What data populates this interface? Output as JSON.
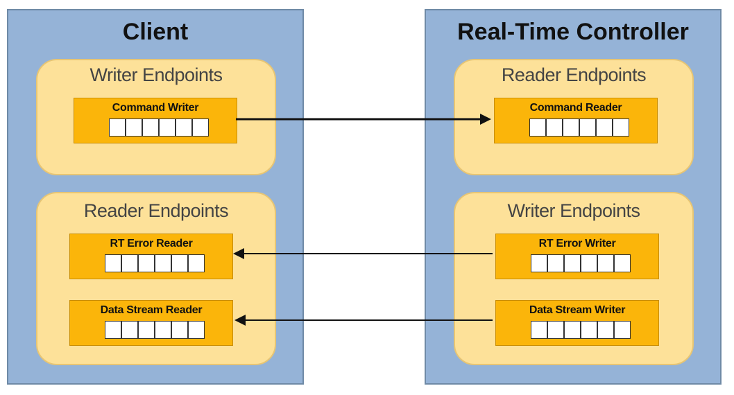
{
  "client": {
    "title": "Client",
    "writer_group": {
      "title": "Writer Endpoints",
      "endpoints": [
        {
          "label": "Command Writer"
        }
      ]
    },
    "reader_group": {
      "title": "Reader Endpoints",
      "endpoints": [
        {
          "label": "RT Error Reader"
        },
        {
          "label": "Data Stream Reader"
        }
      ]
    }
  },
  "controller": {
    "title": "Real-Time Controller",
    "reader_group": {
      "title": "Reader Endpoints",
      "endpoints": [
        {
          "label": "Command Reader"
        }
      ]
    },
    "writer_group": {
      "title": "Writer Endpoints",
      "endpoints": [
        {
          "label": "RT Error Writer"
        },
        {
          "label": "Data Stream Writer"
        }
      ]
    }
  },
  "queue_slots": 6,
  "connections": [
    {
      "from": "Command Writer",
      "to": "Command Reader"
    },
    {
      "from": "RT Error Writer",
      "to": "RT Error Reader"
    },
    {
      "from": "Data Stream Writer",
      "to": "Data Stream Reader"
    }
  ],
  "colors": {
    "panel": "#95b3d7",
    "group": "#fde199",
    "endpoint": "#fbb50a",
    "arrow": "#111111"
  }
}
